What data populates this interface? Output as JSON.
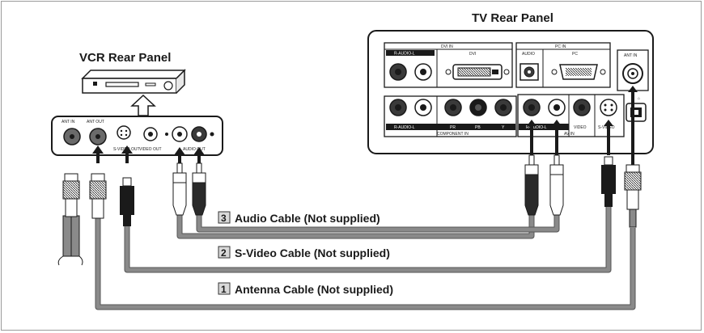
{
  "titles": {
    "vcr": "VCR Rear Panel",
    "tv": "TV Rear Panel"
  },
  "vcr_panel": {
    "ant_in": "ANT IN",
    "ant_out": "ANT OUT",
    "svideo_out": "S-VIDEO OUT",
    "video_out": "VIDEO OUT",
    "audio_out": "AUDIO OUT"
  },
  "tv_panel": {
    "dvi_in": "DVI IN",
    "audio_r_l": "R-AUDIO-L",
    "dvi": "DVI",
    "pc_in": "PC IN",
    "audio": "AUDIO",
    "pc": "PC",
    "ant_in": "ANT IN",
    "comp_audio": "R-AUDIO-L",
    "pr": "PR",
    "pb": "PB",
    "y": "Y",
    "component_in": "COMPONENT IN",
    "av_audio": "R-AUDIO-L",
    "video": "VIDEO",
    "svideo": "S-VIDEO",
    "av_in": "AV IN"
  },
  "cables": [
    {
      "number": "3",
      "label": "Audio Cable (Not supplied)"
    },
    {
      "number": "2",
      "label": "S-Video Cable (Not supplied)"
    },
    {
      "number": "1",
      "label": "Antenna Cable (Not supplied)"
    }
  ],
  "colors": {
    "cable": "#8a8a8a",
    "outline": "#1a1a1a",
    "panel_fill": "#ffffff",
    "jack_dark": "#2a2a2a"
  }
}
